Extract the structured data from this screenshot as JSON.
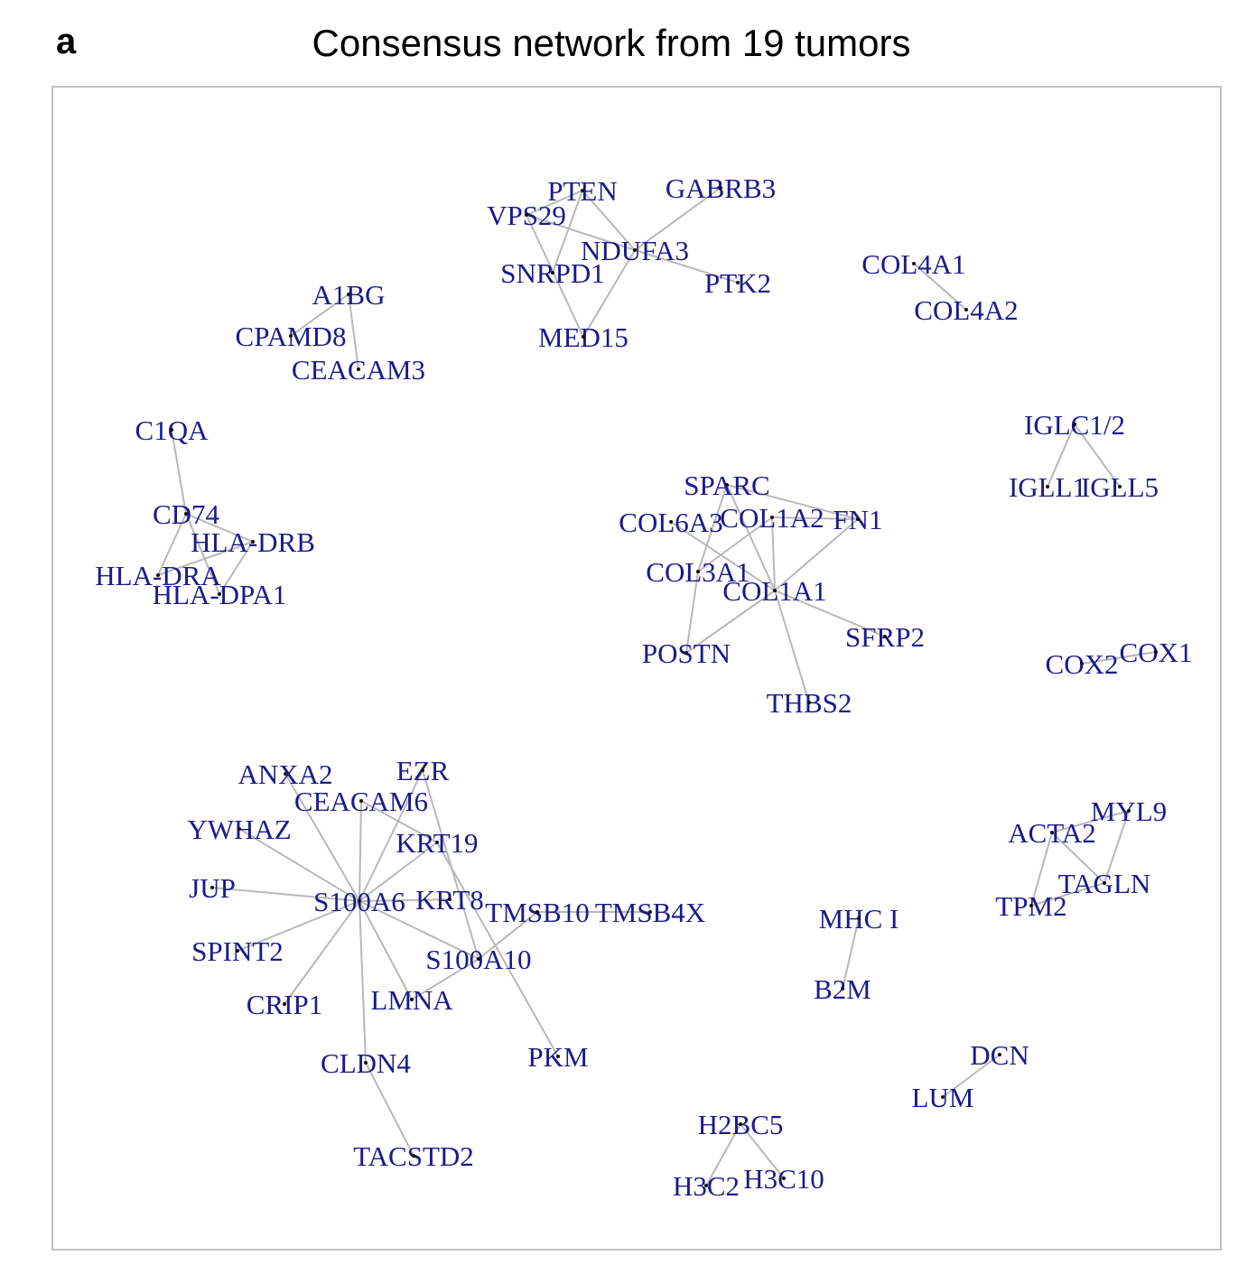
{
  "figure": {
    "panel_letter": "a",
    "title": "Consensus network from 19 tumors"
  },
  "colors": {
    "label": "#1a1a8c",
    "edge": "#b8b8b8",
    "frame": "#c0c0c0"
  },
  "nodes": [
    "PTEN",
    "GABRB3",
    "VPS29",
    "NDUFA3",
    "SNRPD1",
    "PTK2",
    "MED15",
    "A1BG",
    "CPAMD8",
    "CEACAM3",
    "COL4A1",
    "COL4A2",
    "C1QA",
    "CD74",
    "HLA-DRB",
    "HLA-DRA",
    "HLA-DPA1",
    "IGLC1/2",
    "IGLL1",
    "IGLL5",
    "SPARC",
    "COL6A3",
    "COL1A2",
    "FN1",
    "COL3A1",
    "COL1A1",
    "SFRP2",
    "POSTN",
    "THBS2",
    "COX2",
    "COX1",
    "ANXA2",
    "EZR",
    "CEACAM6",
    "YWHAZ",
    "KRT19",
    "JUP",
    "S100A6",
    "KRT8",
    "TMSB10",
    "TMSB4X",
    "SPINT2",
    "S100A10",
    "CRIP1",
    "LMNA",
    "CLDN4",
    "PKM",
    "TACSTD2",
    "MHC I",
    "B2M",
    "ACTA2",
    "MYL9",
    "TAGLN",
    "TPM2",
    "DCN",
    "LUM",
    "H2BC5",
    "H3C2",
    "H3C10"
  ],
  "edges": [
    [
      "PTEN",
      "VPS29"
    ],
    [
      "PTEN",
      "SNRPD1"
    ],
    [
      "PTEN",
      "NDUFA3"
    ],
    [
      "VPS29",
      "NDUFA3"
    ],
    [
      "VPS29",
      "MED15"
    ],
    [
      "NDUFA3",
      "MED15"
    ],
    [
      "NDUFA3",
      "GABRB3"
    ],
    [
      "NDUFA3",
      "PTK2"
    ],
    [
      "A1BG",
      "CPAMD8"
    ],
    [
      "A1BG",
      "CEACAM3"
    ],
    [
      "COL4A1",
      "COL4A2"
    ],
    [
      "C1QA",
      "CD74"
    ],
    [
      "CD74",
      "HLA-DRA"
    ],
    [
      "CD74",
      "HLA-DRB"
    ],
    [
      "CD74",
      "HLA-DPA1"
    ],
    [
      "HLA-DRA",
      "HLA-DRB"
    ],
    [
      "HLA-DRB",
      "HLA-DPA1"
    ],
    [
      "IGLC1/2",
      "IGLL1"
    ],
    [
      "IGLC1/2",
      "IGLL5"
    ],
    [
      "SPARC",
      "COL3A1"
    ],
    [
      "SPARC",
      "COL1A1"
    ],
    [
      "SPARC",
      "FN1"
    ],
    [
      "COL6A3",
      "COL1A1"
    ],
    [
      "COL1A2",
      "FN1"
    ],
    [
      "COL1A2",
      "COL1A1"
    ],
    [
      "COL1A2",
      "COL3A1"
    ],
    [
      "FN1",
      "COL1A1"
    ],
    [
      "COL1A1",
      "SFRP2"
    ],
    [
      "COL1A1",
      "THBS2"
    ],
    [
      "COL1A1",
      "POSTN"
    ],
    [
      "COL3A1",
      "POSTN"
    ],
    [
      "COX2",
      "COX1"
    ],
    [
      "S100A6",
      "ANXA2"
    ],
    [
      "S100A6",
      "YWHAZ"
    ],
    [
      "S100A6",
      "CEACAM6"
    ],
    [
      "S100A6",
      "EZR"
    ],
    [
      "S100A6",
      "KRT19"
    ],
    [
      "S100A6",
      "JUP"
    ],
    [
      "S100A6",
      "KRT8"
    ],
    [
      "S100A6",
      "SPINT2"
    ],
    [
      "S100A6",
      "CRIP1"
    ],
    [
      "S100A6",
      "LMNA"
    ],
    [
      "S100A6",
      "CLDN4"
    ],
    [
      "S100A6",
      "S100A10"
    ],
    [
      "CEACAM6",
      "KRT19"
    ],
    [
      "EZR",
      "S100A10"
    ],
    [
      "KRT19",
      "PKM"
    ],
    [
      "S100A10",
      "LMNA"
    ],
    [
      "S100A10",
      "TMSB10"
    ],
    [
      "CLDN4",
      "TACSTD2"
    ],
    [
      "TMSB10",
      "TMSB4X"
    ],
    [
      "MHC I",
      "B2M"
    ],
    [
      "ACTA2",
      "MYL9"
    ],
    [
      "ACTA2",
      "TAGLN"
    ],
    [
      "ACTA2",
      "TPM2"
    ],
    [
      "MYL9",
      "TAGLN"
    ],
    [
      "TAGLN",
      "TPM2"
    ],
    [
      "DCN",
      "LUM"
    ],
    [
      "H2BC5",
      "H3C2"
    ],
    [
      "H2BC5",
      "H3C10"
    ]
  ]
}
